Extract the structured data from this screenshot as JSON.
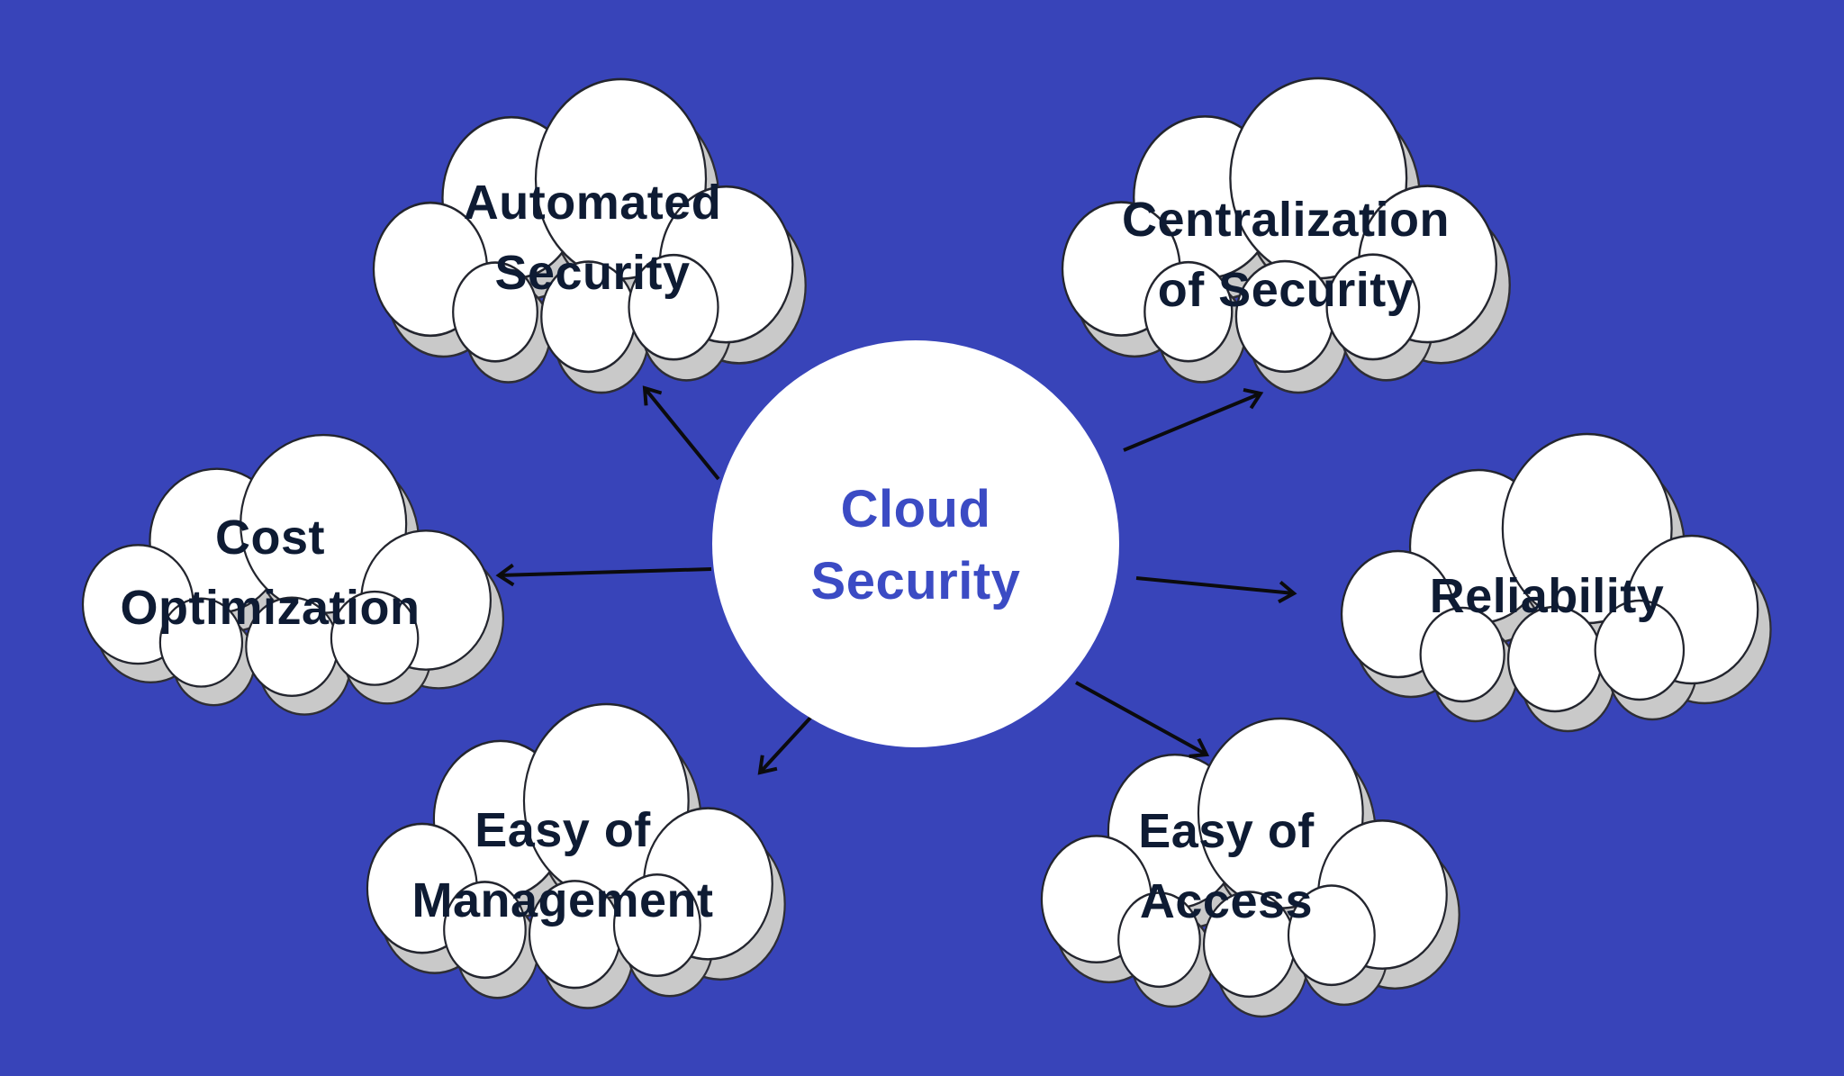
{
  "diagram": {
    "title": "Cloud Security mind map",
    "center": {
      "id": "cloud-security",
      "lines": [
        "Cloud",
        "Security"
      ]
    },
    "nodes": [
      {
        "id": "automated-security",
        "lines": [
          "Automated",
          "Security"
        ]
      },
      {
        "id": "centralization-of-security",
        "lines": [
          "Centralization",
          "of Security"
        ]
      },
      {
        "id": "cost-optimization",
        "lines": [
          "Cost",
          "Optimization"
        ]
      },
      {
        "id": "reliability",
        "lines": [
          "Reliability"
        ]
      },
      {
        "id": "easy-of-management",
        "lines": [
          "Easy of",
          "Management"
        ]
      },
      {
        "id": "easy-of-access",
        "lines": [
          "Easy of",
          "Access"
        ]
      }
    ],
    "colors": {
      "background": "#3844b9",
      "cloud_fill": "#ffffff",
      "cloud_outline": "#23252e",
      "cloud_shadow": "#c9c9c9",
      "node_text": "#0e1b33",
      "center_text": "#3b4bc4",
      "arrow": "#0b0b0d"
    }
  }
}
